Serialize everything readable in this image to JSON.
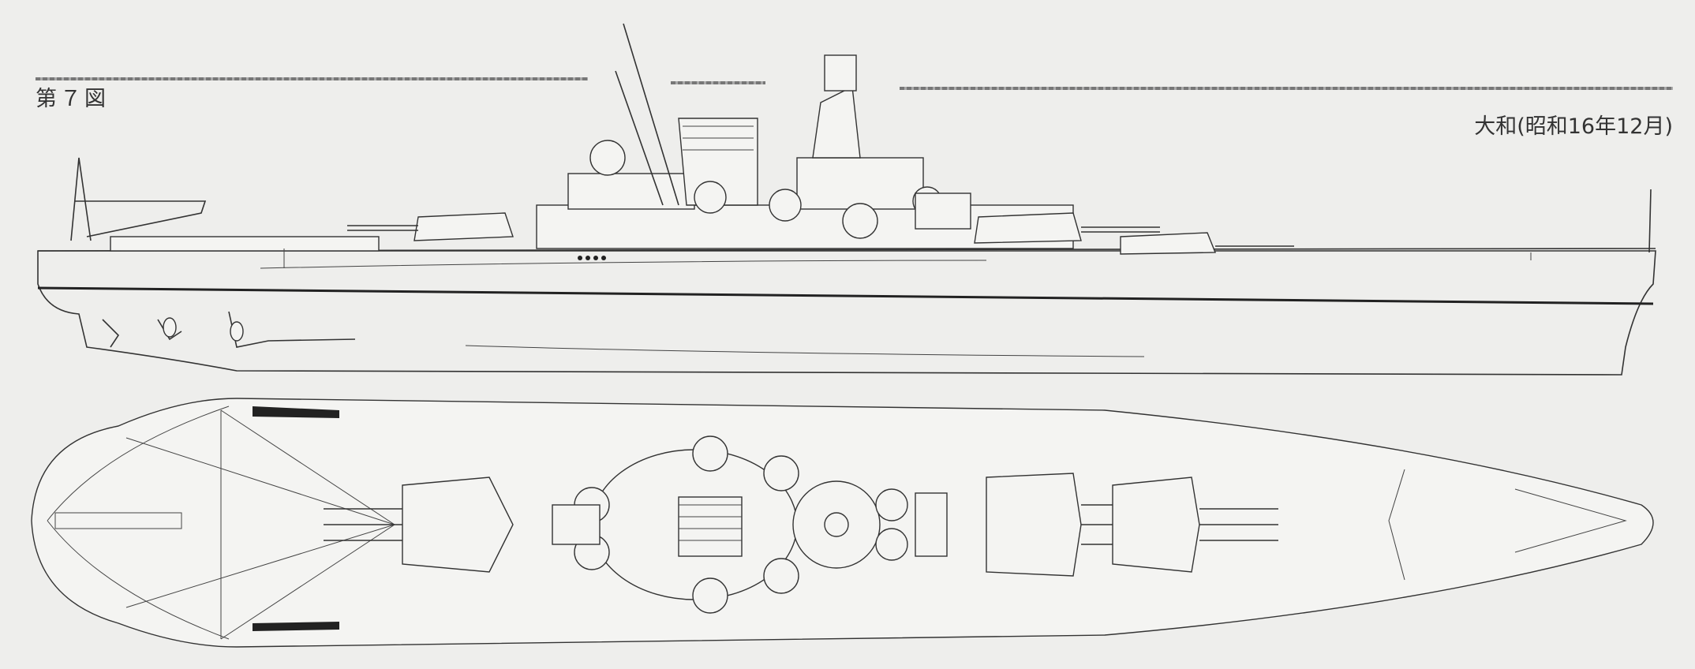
{
  "figure": {
    "label": "第７図",
    "caption": "大和(昭和16年12月)"
  },
  "drawing": {
    "views": [
      "side-profile",
      "plan-view"
    ],
    "subject_icon": "battleship-line-drawing"
  }
}
